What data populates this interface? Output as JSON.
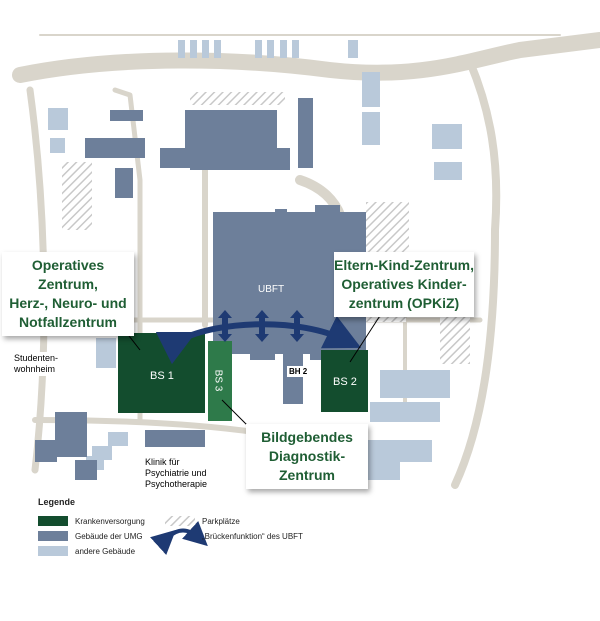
{
  "callouts": {
    "op_zentrum": [
      "Operatives Zentrum,",
      "Herz-, Neuro- und",
      "Notfallzentrum"
    ],
    "eltern_kind": [
      "Eltern-Kind-Zentrum,",
      "Operatives Kinder-",
      "zentrum (OPKiZ)"
    ],
    "bildgebendes": [
      "Bildgebendes",
      "Diagnostik-Zentrum"
    ]
  },
  "labels": {
    "ubft": "UBFT",
    "bs1": "BS 1",
    "bs2": "BS 2",
    "bs3": "BS 3",
    "bh2": "BH 2",
    "studenten": [
      "Studenten-",
      "wohnheim"
    ],
    "klinik": [
      "Klinik für",
      "Psychiatrie und",
      "Psychotherapie"
    ]
  },
  "legend": {
    "title": "Legende",
    "krankenversorgung": "Krankenversorgung",
    "gebaeude_umg": "Gebäude der UMG",
    "andere": "andere Gebäude",
    "parkplaetze": "Parkplätze",
    "brueckenfunktion": "„Brückenfunktion“ des UBFT"
  },
  "colors": {
    "krankenversorgung": "#134d2e",
    "umg": "#6d7f9a",
    "andere": "#b9c9da",
    "road": "#d9d5cb",
    "arrow": "#1e3a73",
    "callout_text": "#1f5e34"
  }
}
